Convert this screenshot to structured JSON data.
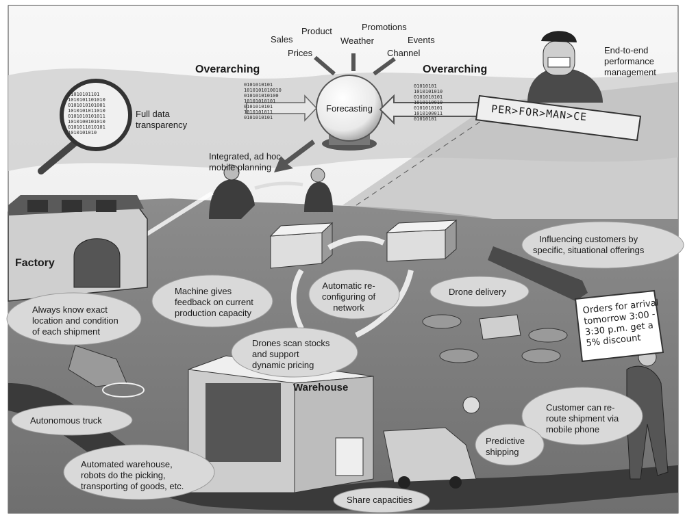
{
  "top_inputs": {
    "sales": "Sales",
    "product": "Product",
    "promotions": "Promotions",
    "weather": "Weather",
    "events": "Events",
    "prices": "Prices",
    "channel": "Channel"
  },
  "overarching_left": "Overarching",
  "overarching_right": "Overarching",
  "forecasting": "Forecasting",
  "full_data_transparency": "Full data\ntransparency",
  "end_to_end": "End-to-end\nperformance\nmanagement",
  "performance_sign": "PER>FOR>MAN>CE",
  "integrated_planning": "Integrated, ad hoc\nmobile planning",
  "factory": "Factory",
  "warehouse": "Warehouse",
  "bubbles": {
    "influencing_customers": "Influencing customers by\nspecific, situational offerings",
    "machine_feedback": "Machine gives\nfeedback on current\nproduction capacity",
    "automatic_reconfig": "Automatic re-\nconfiguring of\nnetwork",
    "drone_delivery": "Drone delivery",
    "always_know": "Always know exact\nlocation and condition\nof each shipment",
    "drones_scan": "Drones scan stocks\nand support\ndynamic pricing",
    "autonomous_truck": "Autonomous truck",
    "customer_reroute": "Customer can re-\nroute shipment via\nmobile phone",
    "predictive_shipping": "Predictive\nshipping",
    "automated_warehouse": "Automated warehouse,\nrobots do the picking,\ntransporting of goods, etc.",
    "share_capacities": "Share capacities"
  },
  "orders_sign": "Orders for arrival\ntomorrow 3:00 -\n3:30 p.m. get a\n5% discount",
  "binary_left": "01010101101\n1010101101010\n0101010101001\n1010101011010\n0101010101011\n1010100101010\n0101011010101\n1010101010",
  "binary_mid": "0101010101\n1010101010010\n010101010100\n10101010101\n0101010101\n1010101011\n0101010101",
  "binary_right": "01010101\n1010101010\n0101010101\n1010110010\n0101010101\n1010100011\n01010101"
}
